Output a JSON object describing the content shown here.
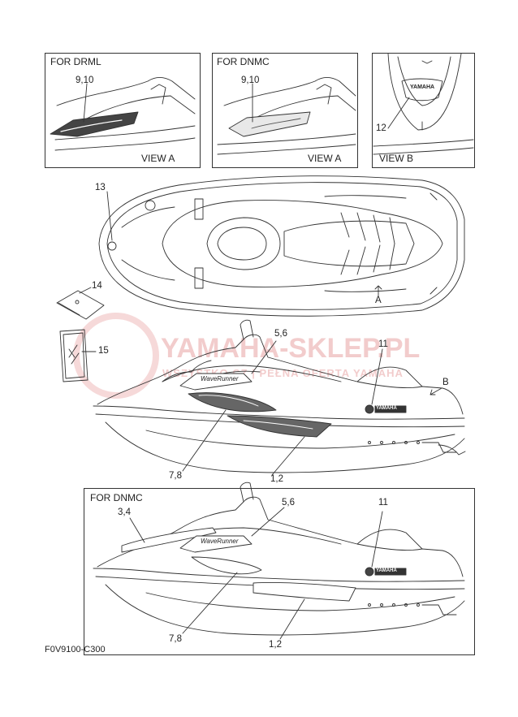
{
  "panels": {
    "drml": {
      "title": "FOR DRML",
      "callout": "9,10",
      "view": "VIEW A"
    },
    "dnmc_top": {
      "title": "FOR DNMC",
      "callout": "9,10",
      "view": "VIEW A"
    },
    "view_b": {
      "callout": "12",
      "view": "VIEW B",
      "logo_text": "YAMAHA"
    }
  },
  "top_view": {
    "callouts": [
      "13",
      "14",
      "15"
    ],
    "arrow_label": "A"
  },
  "side_view": {
    "callouts": [
      "5,6",
      "11",
      "7,8",
      "1,2"
    ],
    "arrow_label": "B",
    "hull_text": "WaveRunner",
    "logo_text": "YAMAHA"
  },
  "bottom_panel": {
    "title": "FOR DNMC",
    "callouts": [
      "3,4",
      "5,6",
      "11",
      "7,8",
      "1,2"
    ],
    "hull_text": "WaveRunner",
    "logo_text": "YAMAHA"
  },
  "watermark": {
    "main": "YAMAHA-SKLEP.PL",
    "sub": "WSZYSTKO CZ | PEŁNA OFERTA YAMAHA"
  },
  "figure_code": "F0V9100-C300",
  "colors": {
    "line": "#333333",
    "watermark": "#f2cccc",
    "decal": "#555555"
  }
}
